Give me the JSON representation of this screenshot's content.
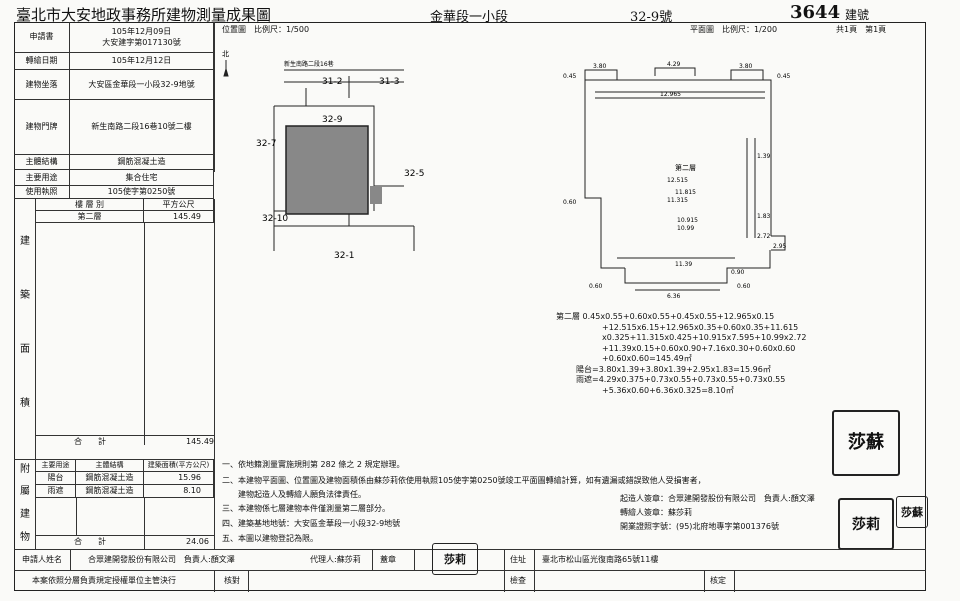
{
  "header": {
    "title": "臺北市大安地政事務所建物測量成果圖",
    "section": "金華段一小段",
    "lot": "32-9號",
    "building_no": "3644",
    "building_no_label": "建號"
  },
  "left_info": [
    {
      "label": "申請書",
      "value": "105年12月09日\n大安建字第017130號"
    },
    {
      "label": "轉繪日期",
      "value": "105年12月12日"
    },
    {
      "label": "建物坐落",
      "value": "大安區金華段一小段32-9地號"
    },
    {
      "label": "建物門牌",
      "value": "新生南路二段16巷10號二樓"
    },
    {
      "label": "主體結構",
      "value": "鋼筋混凝土造"
    },
    {
      "label": "主要用途",
      "value": "集合住宅"
    },
    {
      "label": "使用執照",
      "value": "105使字第0250號"
    }
  ],
  "area_table": {
    "col_floor": "樓 層 別",
    "col_area": "平方公尺",
    "side_label": [
      "建",
      "築",
      "面",
      "積"
    ],
    "rows": [
      {
        "floor": "第二層",
        "area": "145.49"
      }
    ],
    "total_label": "合　　計",
    "total": "145.49"
  },
  "attached": {
    "side_label": [
      "附",
      "屬",
      "建",
      "物"
    ],
    "headers": [
      "主要用途",
      "主體結構",
      "建築面積(平方公尺)"
    ],
    "rows": [
      {
        "use": "陽台",
        "struct": "鋼筋混凝土造",
        "area": "15.96"
      },
      {
        "use": "雨遮",
        "struct": "鋼筋混凝土造",
        "area": "8.10"
      }
    ],
    "total_label": "合　　計",
    "total": "24.06"
  },
  "location_plan": {
    "label": "位置圖　比例尺：1/500",
    "north": "北",
    "road": "新生南路二段16巷",
    "lots": [
      "31-2",
      "31-3",
      "32-9",
      "32-7",
      "32-5",
      "32-10",
      "32-1"
    ]
  },
  "floor_plan": {
    "label": "平面圖　比例尺：1/200",
    "pages": "共1頁　第1頁",
    "floor_name": "第二層",
    "dims": [
      "3.80",
      "4.29",
      "3.80",
      "0.45",
      "0.45",
      "12.965",
      "12.515",
      "11.815",
      "11.315",
      "10.915",
      "10.99",
      "0.60",
      "6.36",
      "11.39",
      "2.95",
      "2.72",
      "1.39",
      "1.83",
      "0.90",
      "0.60",
      "0.60"
    ]
  },
  "calc": [
    "第二層 0.45x0.55+0.60x0.55+0.45x0.55+12.965x0.15",
    "+12.515x6.15+12.965x0.35+0.60x0.35+11.615",
    "x0.325+11.315x0.425+10.915x7.595+10.99x2.72",
    "+11.39x0.15+0.60x0.90+7.16x0.30+0.60x0.60",
    "+0.60x0.60=145.49㎡",
    "陽台=3.80x1.39+3.80x1.39+2.95x1.83=15.96㎡",
    "雨遮=4.29x0.375+0.73x0.55+0.73x0.55+0.73x0.55",
    "+5.36x0.60+6.36x0.325=8.10㎡"
  ],
  "notes": [
    "一、依地籍測量實施規則第 282 條之 2 規定辦理。",
    "二、本建物平面圖、位置圖及建物面積係由蘇莎莉依使用執照105使字第0250號竣工平面圖轉繪計算，如有遺漏或錯誤致他人受損害者，",
    "　　建物起造人及轉繪人願負法律責任。",
    "三、本建物係七層建物本件僅測量第二層部分。",
    "四、建築基地地號：大安區金華段一小段32-9地號",
    "五、本圖以建物登記為限。"
  ],
  "signers": {
    "builder": "起造人簽章：合眾建開發股份有限公司　負責人:顏文澤",
    "drafter": "轉繪人簽章：蘇莎莉",
    "cert": "開業證照字號：(95)北府地專字第001376號"
  },
  "footer": {
    "applicant_label": "申請人姓名",
    "applicant": "合眾建開發股份有限公司　負責人:顏文澤",
    "agent": "代理人:蘇莎莉",
    "seal_label": "蓋章",
    "addr_label": "住址",
    "addr": "臺北市松山區光復南路65號11樓",
    "note": "本案依照分層負責規定授權單位主管決行",
    "check_label": "核對",
    "inspect_label": "檢查",
    "review_label": "核定"
  },
  "stamps": {
    "sig1": "莎莉",
    "sig2": "莎蘇",
    "big": "莎蘇"
  }
}
